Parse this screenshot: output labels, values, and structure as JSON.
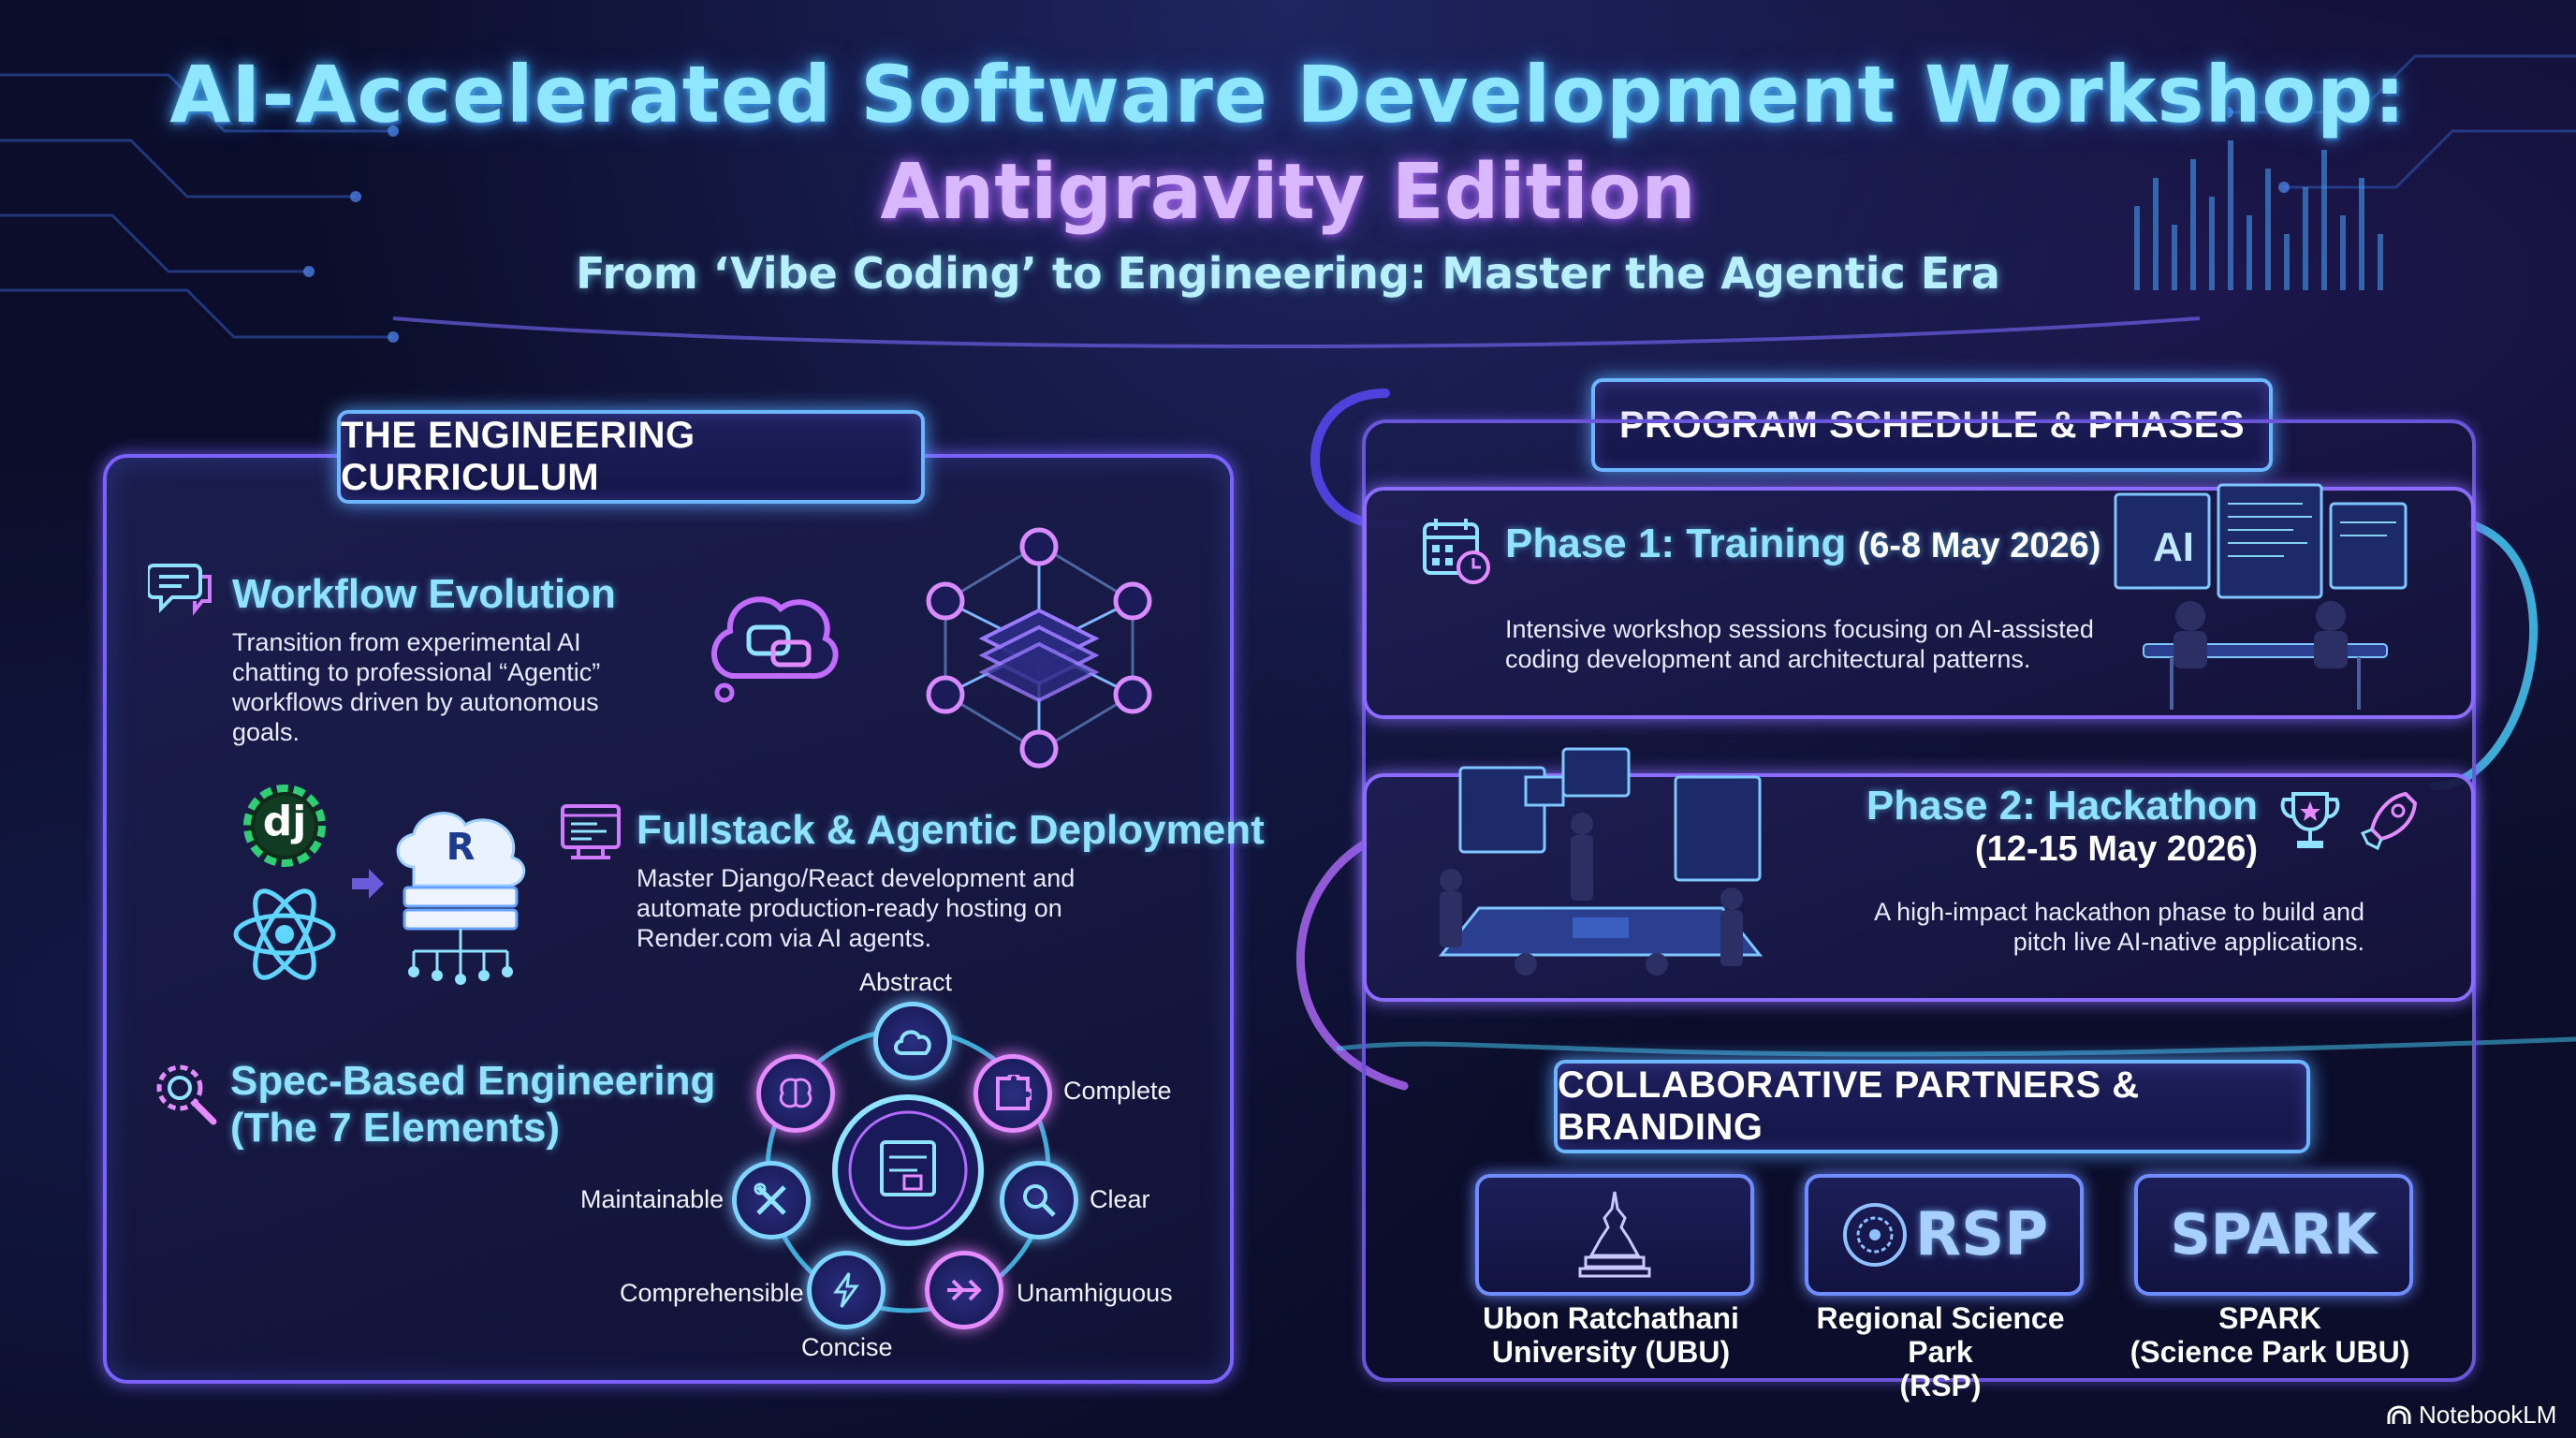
{
  "header": {
    "title_line1": "AI-Accelerated Software Development Workshop:",
    "title_line2": "Antigravity Edition",
    "subtitle": "From ‘Vibe Coding’ to Engineering: Master the Agentic Era"
  },
  "curriculum": {
    "banner": "THE ENGINEERING CURRICULUM",
    "workflow": {
      "title": "Workflow Evolution",
      "text": "Transition from experimental AI chatting to professional “Agentic” workflows driven by autonomous goals."
    },
    "fullstack": {
      "title": "Fullstack & Agentic Deployment",
      "text": "Master Django/React development and automate production-ready hosting on Render.com via AI agents.",
      "django_logo": "dj",
      "render_logo": "R"
    },
    "spec": {
      "title_line1": "Spec-Based Engineering",
      "title_line2": "(The 7 Elements)",
      "elements": [
        "Abstract",
        "Complete",
        "Clear",
        "Unamhiguous",
        "Concise",
        "Comprehensible",
        "Maintainable"
      ]
    }
  },
  "schedule": {
    "banner": "PROGRAM SCHEDULE & PHASES",
    "phase1": {
      "title": "Phase 1: Training",
      "dates": "(6-8 May 2026)",
      "text": "Intensive workshop sessions focusing on AI-assisted coding development and architectural patterns.",
      "screen_label": "AI"
    },
    "phase2": {
      "title": "Phase 2: Hackathon",
      "dates": "(12-15 May 2026)",
      "text": "A high-impact hackathon phase to build and pitch live AI-native applications."
    }
  },
  "partners": {
    "banner": "COLLABORATIVE PARTNERS & BRANDING",
    "items": [
      {
        "name_line1": "Ubon Ratchathani",
        "name_line2": "University (UBU)",
        "logo_text": ""
      },
      {
        "name_line1": "Regional Science Park",
        "name_line2": "(RSP)",
        "logo_text": "RSP"
      },
      {
        "name_line1": "SPARK",
        "name_line2": "(Science Park UBU)",
        "logo_text": "SPARK"
      }
    ]
  },
  "footer": {
    "brand": "NotebookLM"
  },
  "colors": {
    "accent_cyan": "#8fe7ff",
    "accent_purple": "#d9b8ff",
    "panel_border": "#7b61ff",
    "background": "#0b0d2a"
  },
  "icons": [
    "chat-bubble-icon",
    "speech-cloud-icon",
    "network-layers-icon",
    "django-logo",
    "react-logo",
    "render-cloud-server-icon",
    "code-window-icon",
    "gear-search-icon",
    "calendar-clock-icon",
    "trophy-icon",
    "rocket-icon",
    "brain-icon",
    "cloud-icon",
    "puzzle-icon",
    "search-icon",
    "arrows-icon",
    "lightning-icon",
    "tools-icon",
    "blueprint-icon",
    "temple-icon",
    "rsp-emblem-icon"
  ]
}
